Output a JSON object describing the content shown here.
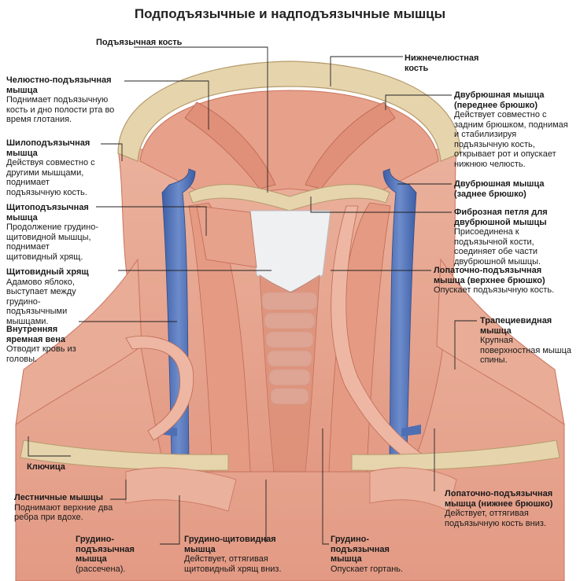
{
  "title": "Подподъязычные и надподъязычные мышцы",
  "labels": {
    "hyoid": {
      "name": "Подъязычная кость",
      "desc": ""
    },
    "mandible": {
      "name": "Нижнечелюстная кость",
      "desc": ""
    },
    "mylohyoid": {
      "name": "Челюстно-подъязычная мышца",
      "desc": "Поднимает подъязычную кость и дно полости рта во время глотания."
    },
    "digastric_ant": {
      "name": "Двубрюшная мышца (переднее брюшко)",
      "desc": "Действует совместно с задним брюшком, поднимая и стабилизируя подъязычную кость, открывает рот и опускает нижнюю челюсть."
    },
    "stylohyoid": {
      "name": "Шилоподъязычная мышца",
      "desc": "Действуя совместно с другими мышцами, поднимает подъязычную кость."
    },
    "digastric_post": {
      "name": "Двубрюшная мышца (заднее брюшко)",
      "desc": ""
    },
    "thyrohyoid": {
      "name": "Щитоподъязычная мышца",
      "desc": "Продолжение грудино-щитовидной мышцы, поднимает щитовидный хрящ."
    },
    "fibrous_loop": {
      "name": "Фиброзная петля для двубрюшной мышцы",
      "desc": "Присоединена к подъязычной кости, соединяет обе части двубрюшной мышцы."
    },
    "thyroid_cartilage": {
      "name": "Щитовидный хрящ",
      "desc": "Адамово яблоко, выступает между грудино-подъязычными мышцами."
    },
    "omohyoid_sup": {
      "name": "Лопаточно-подъязычная мышца (верхнее брюшко)",
      "desc": "Опускает подъязычную кость."
    },
    "jugular": {
      "name": "Внутренняя яремная вена",
      "desc": "Отводит кровь из головы."
    },
    "trapezius": {
      "name": "Трапециевидная мышца",
      "desc": "Крупная поверхностная мышца спины."
    },
    "clavicle": {
      "name": "Ключица",
      "desc": ""
    },
    "scalene": {
      "name": "Лестничные мышцы",
      "desc": "Поднимают верхние два ребра при вдохе."
    },
    "omohyoid_inf": {
      "name": "Лопаточно-подъязычная мышца (нижнее брюшко)",
      "desc": "Действует, оттягивая подъязычную кость вниз."
    },
    "sternohyoid": {
      "name": "Грудино-подъязычная мышца",
      "desc": "(рассечена)."
    },
    "sternothyroid": {
      "name": "Грудино-щитовидная мышца",
      "desc": "Действует, оттягивая щитовидный хрящ вниз."
    },
    "sternohyoid_r": {
      "name": "Грудино-подъязычная мышца",
      "desc": "Опускает гортань."
    }
  },
  "colors": {
    "muscle": "#e8a48e",
    "muscle_dark": "#c9735f",
    "bone": "#e6d4ad",
    "vein": "#4f6fb5",
    "cartilage": "#eef0f2",
    "leader": "#222222"
  }
}
